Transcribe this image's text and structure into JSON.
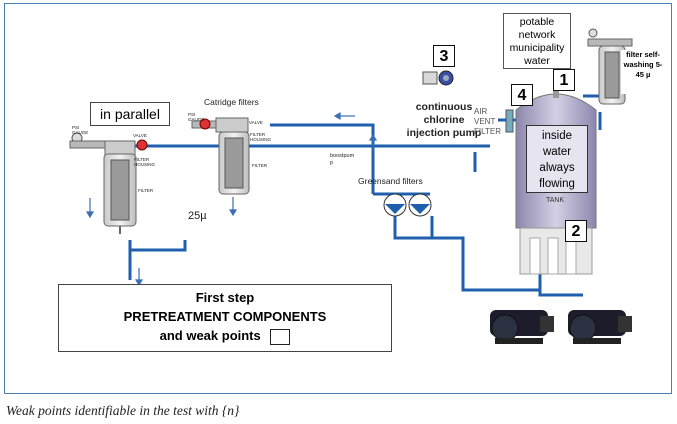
{
  "labels": {
    "potable_water": "potable network municipality water",
    "filter_self_washing": "filter self-washing 5-45 µ",
    "in_parallel": "in parallel",
    "catridge_filters": "Catridge filters",
    "psi_gauge": "PSI GAUGE",
    "valve": "VALVE",
    "filter_housing": "FILTER HOUSING",
    "filter": "FILTER",
    "micron": "25µ",
    "boostpump": "boostpum p",
    "greensand": "Greensand filters",
    "chlorine_pump": "continuous chlorine injection pump",
    "air_vent": "AIR VENT FILTER",
    "tank_note": "inside water always flowing",
    "tank": "TANK",
    "pretreatment": [
      "First step",
      "PRETREATMENT COMPONENTS",
      "and weak points"
    ]
  },
  "numbers": [
    "1",
    "2",
    "3",
    "4"
  ],
  "caption": "Weak points identifiable in the test with {n}",
  "colors": {
    "pipe": "#1f5fae",
    "frame": "#4a7fb0",
    "tank": "#b0aac8"
  }
}
